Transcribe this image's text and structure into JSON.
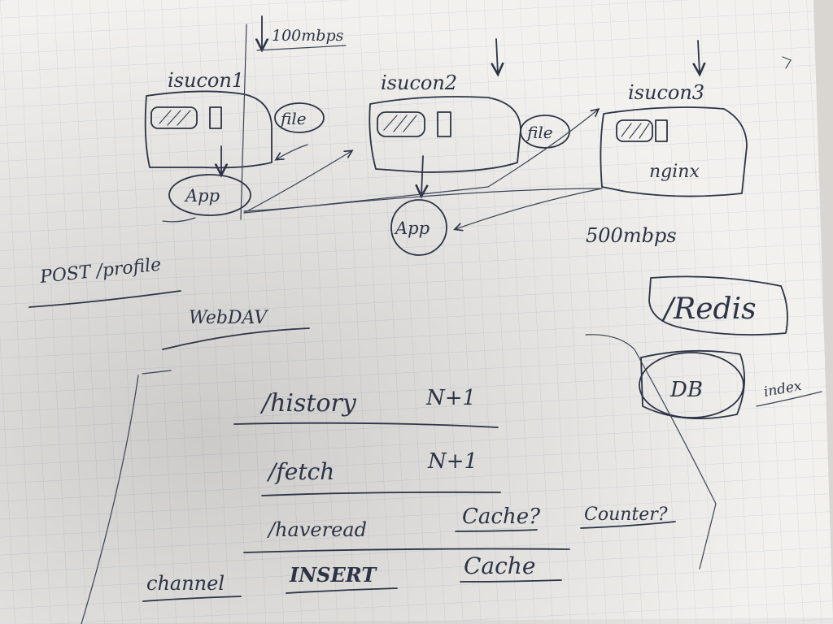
{
  "servers": {
    "s1": {
      "label": "isucon1",
      "file_label": "file",
      "app_label": "App"
    },
    "s2": {
      "label": "isucon2",
      "file_label": "file",
      "app_label": "App"
    },
    "s3": {
      "label": "isucon3",
      "nginx_label": "nginx"
    }
  },
  "bandwidth": {
    "top": "100mbps",
    "right": "500mbps"
  },
  "notes": {
    "post_profile": "POST /profile",
    "webdav": "WebDAV",
    "redis": "/Redis",
    "db": "DB",
    "index": "index"
  },
  "tasks": [
    {
      "name": "/history",
      "note": "N+1"
    },
    {
      "name": "/fetch",
      "note": "N+1"
    },
    {
      "name": "/haveread",
      "note": "Cache?",
      "note2": "Counter?"
    },
    {
      "name": "channel",
      "note": "INSERT",
      "note2": "Cache"
    }
  ],
  "colors": {
    "paper": "#f2f1ee",
    "grid": "#cfd5dc",
    "ink": "#2c3346",
    "shadow": "#b9b6b0"
  }
}
